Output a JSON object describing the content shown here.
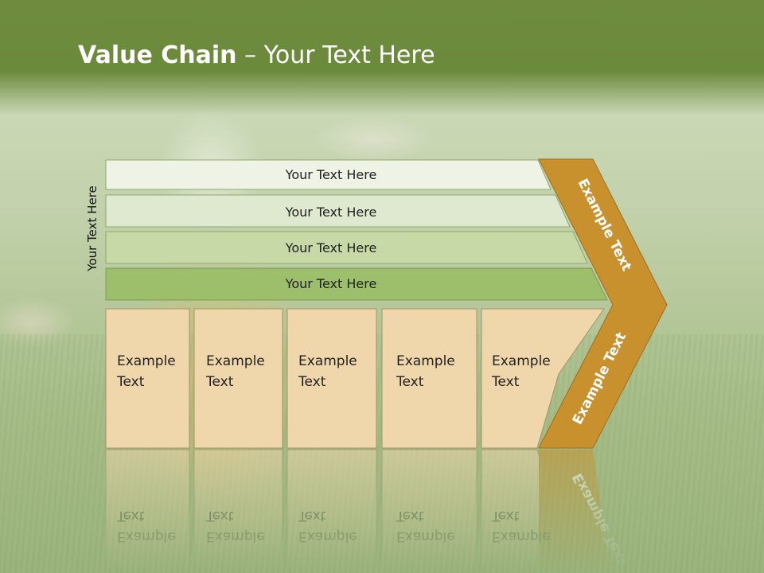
{
  "title": {
    "bold": "Value Chain",
    "rest": " – Your Text Here"
  },
  "side_label": "Your Text Here",
  "support_rows": [
    "Your Text Here",
    "Your Text Here",
    "Your Text Here",
    "Your Text Here"
  ],
  "primary_boxes": [
    {
      "line1": "Example",
      "line2": "Text"
    },
    {
      "line1": "Example",
      "line2": "Text"
    },
    {
      "line1": "Example",
      "line2": "Text"
    },
    {
      "line1": "Example",
      "line2": "Text"
    },
    {
      "line1": "Example",
      "line2": "Text"
    }
  ],
  "margin_labels": {
    "upper": "Example Text",
    "lower": "Example Text"
  },
  "colors": {
    "header": "#6c8a3c",
    "row1": "#eef3e6",
    "row2": "#dfe9cf",
    "row3": "#c7d9a7",
    "row4": "#9dbe6a",
    "box": "#efd6ab",
    "margin": "#c9902e"
  }
}
